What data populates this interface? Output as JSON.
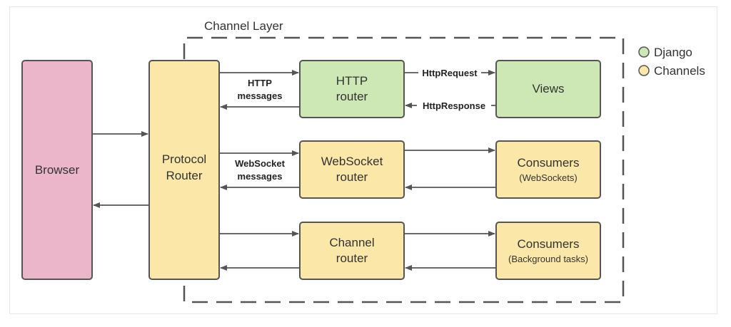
{
  "title": "Channel Layer",
  "legend": [
    {
      "label": "Django",
      "color": "#cde8b5"
    },
    {
      "label": "Channels",
      "color": "#fbe8a8"
    }
  ],
  "nodes": {
    "browser": {
      "label": "Browser",
      "color": "#ebb6c9"
    },
    "protocol_router": {
      "line1": "Protocol",
      "line2": "Router",
      "color": "#fbe8a8"
    },
    "http_router": {
      "line1": "HTTP",
      "line2": "router",
      "color": "#cde8b5"
    },
    "websocket_router": {
      "line1": "WebSocket",
      "line2": "router",
      "color": "#fbe8a8"
    },
    "channel_router": {
      "line1": "Channel",
      "line2": "router",
      "color": "#fbe8a8"
    },
    "views": {
      "label": "Views",
      "color": "#cde8b5"
    },
    "consumers_ws": {
      "line1": "Consumers",
      "line2": "(WebSockets)",
      "color": "#fbe8a8"
    },
    "consumers_bg": {
      "line1": "Consumers",
      "line2": "(Background tasks)",
      "color": "#fbe8a8"
    }
  },
  "edge_labels": {
    "http_messages_1": "HTTP",
    "http_messages_2": "messages",
    "ws_messages_1": "WebSocket",
    "ws_messages_2": "messages",
    "http_request": "HttpRequest",
    "http_response": "HttpResponse"
  }
}
